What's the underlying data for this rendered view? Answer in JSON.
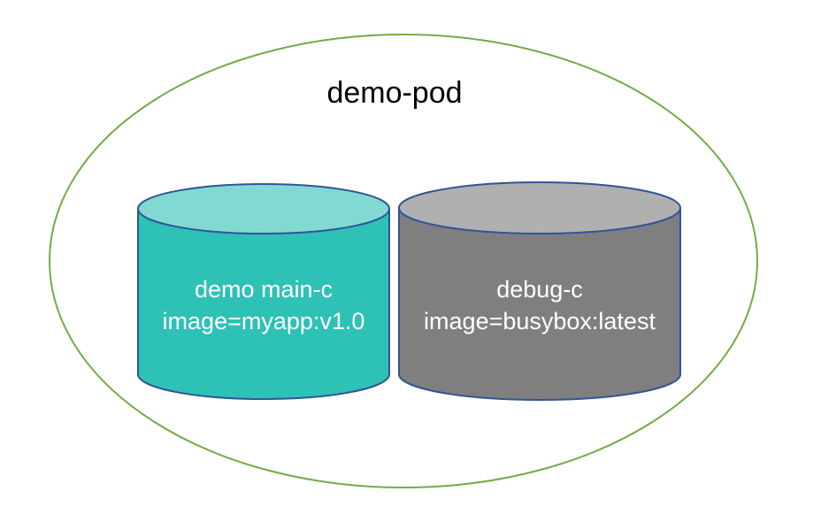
{
  "pod": {
    "title": "demo-pod"
  },
  "containers": [
    {
      "name": "demo main-c",
      "image": "image=myapp:v1.0"
    },
    {
      "name": "debug-c",
      "image": "image=busybox:latest"
    }
  ],
  "colors": {
    "pod_outline": "#70ad47",
    "main_body": "#2ec1b6",
    "main_top": "#82d9d2",
    "debug_body": "#7f7f7f",
    "debug_top": "#b0b0b0",
    "cylinder_outline": "#2f5597",
    "text_dark": "#000000",
    "text_light": "#ffffff"
  }
}
